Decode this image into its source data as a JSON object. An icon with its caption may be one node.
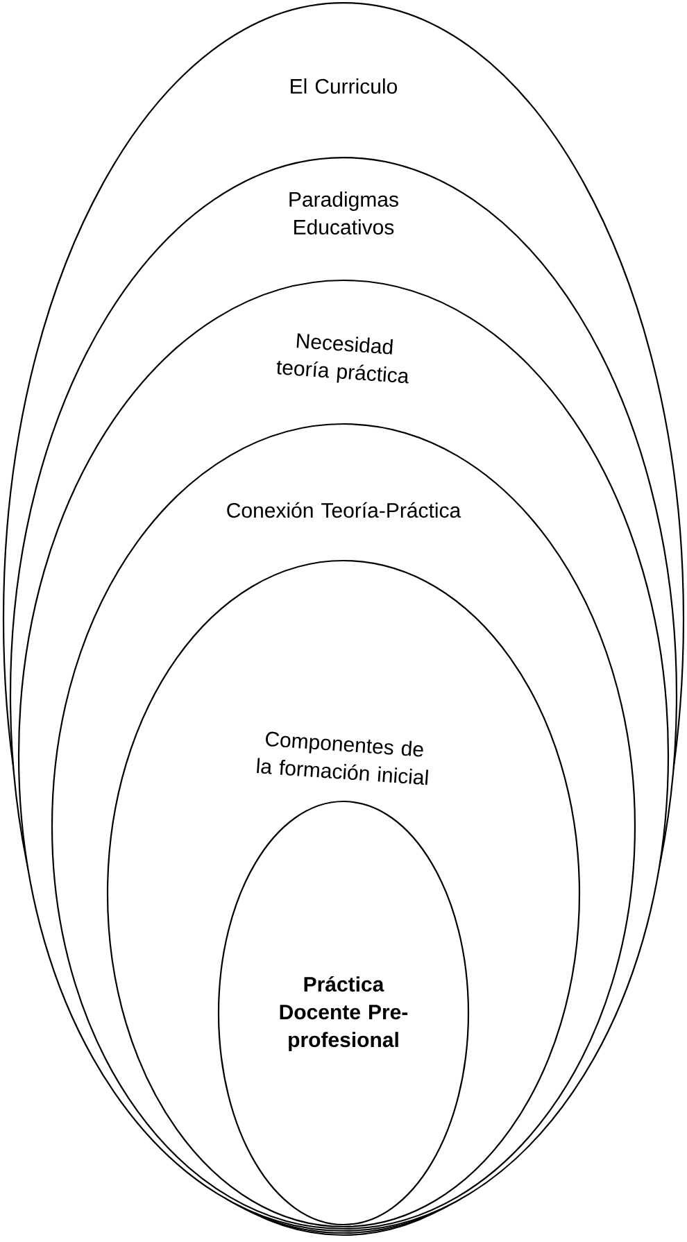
{
  "diagram": {
    "nodes": [
      {
        "text": [
          "El Curriculo"
        ]
      },
      {
        "text": [
          "Paradigmas Educativos"
        ],
        "in": 0
      },
      {
        "text": [
          "Necesidad teoría práctica"
        ],
        "in": 1
      },
      {
        "text": [
          "Conexión Teoría-Práctica"
        ],
        "in": 2
      },
      {
        "text": [
          "Componentes de la formación inicial"
        ],
        "in": 3
      },
      {
        "text": [
          "Práctica Docente Pre- profesional"
        ],
        "in": 4
      }
    ]
  }
}
